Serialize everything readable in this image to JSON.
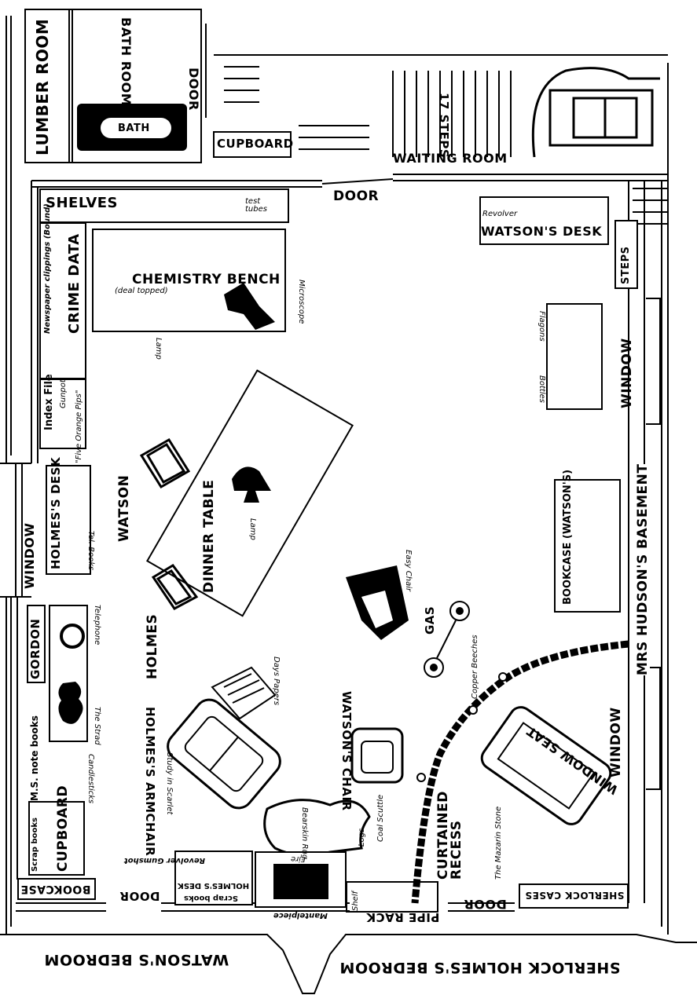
{
  "rooms": {
    "lumber_room": "LUMBER ROOM",
    "bath_room": "BATH ROOM",
    "bath": "BATH",
    "cupboard_top": "CUPBOARD",
    "waiting_room": "WAITING ROOM",
    "watsons_bedroom": "WATSON'S BEDROOM",
    "holmes_bedroom": "SHERLOCK HOLMES'S BEDROOM",
    "mrs_hudsons_basement": "MRS HUDSON'S BASEMENT"
  },
  "doors": {
    "door_top_left": "DOOR",
    "door_top": "DOOR",
    "door_bottom_left": "DOOR",
    "door_bottom_right": "DOOR"
  },
  "stairs": {
    "steps_17": "17 STEPS",
    "steps": "STEPS"
  },
  "windows": {
    "window_left": "WINDOW",
    "window_right_upper": "WINDOW",
    "window_right_lower": "WINDOW"
  },
  "furniture": {
    "shelves": "SHELVES",
    "test_tubes": "test tubes",
    "newspaper_clippings": "Newspaper clippings (Bound)",
    "crime_data": "CRIME DATA",
    "chemistry_bench": "CHEMISTRY BENCH",
    "deal_topped": "(deal topped)",
    "lamp_bench": "Lamp",
    "microscope": "Microscope",
    "index_file": "Index File",
    "gunpot": "Gunpot",
    "five_orange_pips": "\"Five Orange Pips\"",
    "watsons_desk": "WATSON'S DESK",
    "revolver_desk": "Revolver",
    "flagons": "Flagons",
    "bottles": "Bottles",
    "holmes_desk": "HOLMES'S DESK",
    "tel_books": "Tel. Books",
    "watson_chair": "WATSON",
    "dinner_table": "DINNER TABLE",
    "lamp_table": "Lamp",
    "holmes_chair": "HOLMES",
    "bookcase_watsons": "BOOKCASE (WATSON'S)",
    "gordon": "GORDON",
    "telephone": "Telephone",
    "the_strad": "The Strad",
    "ms_note_books": "M.S. note books",
    "candlesticks": "Candlesticks",
    "scrap_books": "Scrap books",
    "cupboard_left": "CUPBOARD",
    "bookcase_left": "BOOKCASE",
    "days_papers": "Days Papers",
    "easy_chair": "Easy Chair",
    "gas": "GAS",
    "copper_beeches": "Copper Beeches",
    "holmes_armchair": "HOLMES'S ARMCHAIR",
    "study_in_scarlet": "Study in Scarlet",
    "watsons_chair": "WATSON'S CHAIR",
    "bearskin_rug": "Bearskin Rug",
    "fire": "Fire",
    "coal_scuttle": "Coal Scuttle",
    "logs": "Logs",
    "curtained_recess": "CURTAINED RECESS",
    "mazarin_stone": "The Mazarin Stone",
    "window_seat": "WINDOW SEAT",
    "revolver_gumshot": "Revolver Gumshot",
    "holmes_desk_small": "HOLMES'S DESK",
    "scrap_books_small": "Scrap books",
    "mantelpiece": "Mantelpiece",
    "pipe_rack": "PIPE RACK",
    "shelf": "Shelf",
    "sherlock_cases": "SHERLOCK CASES"
  }
}
